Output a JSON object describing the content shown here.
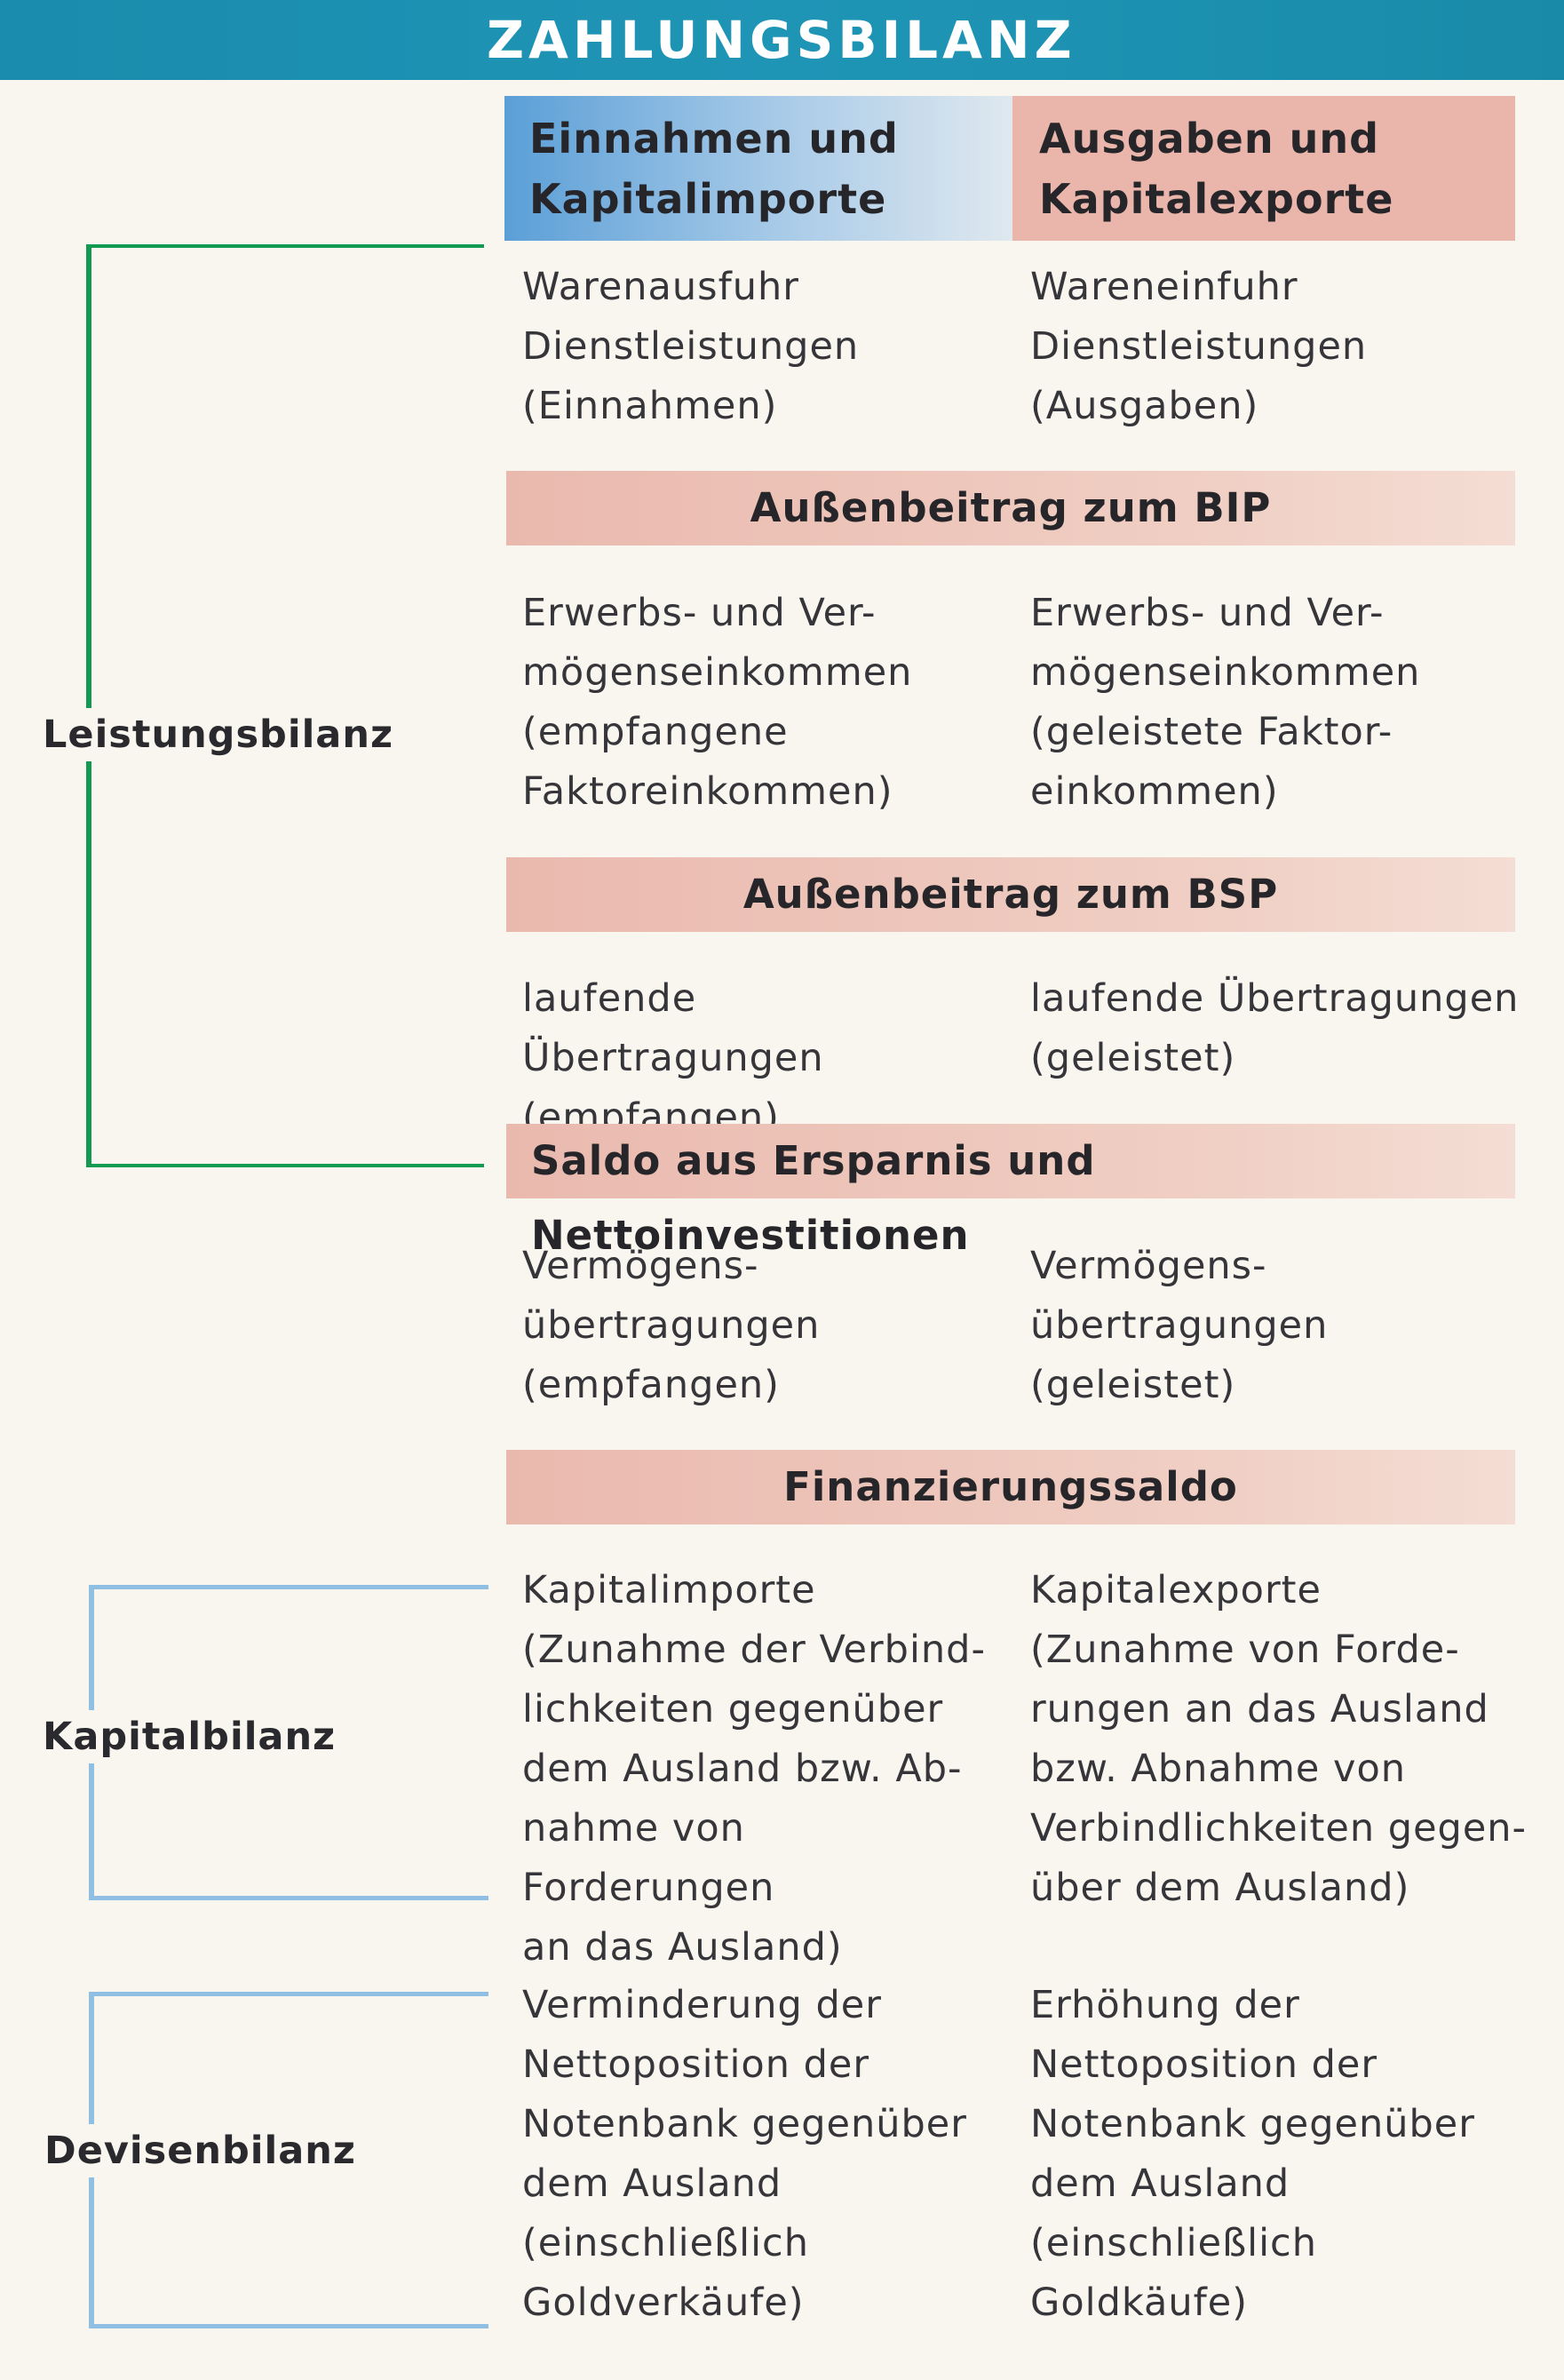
{
  "title": "ZAHLUNGSBILANZ",
  "columns": {
    "income": "Einnahmen und\nKapitalimporte",
    "expense": "Ausgaben und\nKapitalexporte"
  },
  "rows": {
    "r1": {
      "left": "Warenausfuhr\nDienstleistungen\n(Einnahmen)",
      "right": "Wareneinfuhr\nDienstleistungen\n(Ausgaben)"
    },
    "s1": "Außenbeitrag zum BIP",
    "r2": {
      "left": "Erwerbs- und Ver-\nmögenseinkommen\n(empfangene\nFaktoreinkommen)",
      "right": "Erwerbs- und Ver-\nmögenseinkommen\n(geleistete Faktor-\neinkommen)"
    },
    "s2": "Außenbeitrag zum BSP",
    "r3": {
      "left": "laufende Übertragungen\n(empfangen)",
      "right": "laufende Übertragungen\n(geleistet)"
    },
    "s3": "Saldo aus Ersparnis und Nettoinvestitionen",
    "r4": {
      "left": "Vermögens-\nübertragungen\n(empfangen)",
      "right": "Vermögens-\nübertragungen\n(geleistet)"
    },
    "s4": "Finanzierungssaldo",
    "r5": {
      "left": "Kapitalimporte\n(Zunahme der Verbind-\nlichkeiten gegenüber\ndem Ausland bzw. Ab-\nnahme von Forderungen\nan das Ausland)",
      "right": "Kapitalexporte\n(Zunahme von Forde-\nrungen an das Ausland\nbzw. Abnahme von\nVerbindlichkeiten gegen-\nüber dem Ausland)"
    },
    "r6": {
      "left": "Verminderung der\nNettoposition der\nNotenbank gegenüber\ndem Ausland\n(einschließlich\nGoldverkäufe)",
      "right": "Erhöhung der\nNettoposition der\nNotenbank gegenüber\ndem Ausland\n(einschließlich\nGoldkäufe)"
    }
  },
  "groups": {
    "leistungsbilanz": "Leistungsbilanz",
    "kapitalbilanz": "Kapitalbilanz",
    "devisenbilanz": "Devisenbilanz"
  },
  "colors": {
    "title_bar": "#1a8cad",
    "income_header": "#5b9fd7",
    "expense_header": "#eab5aa",
    "balance_band": "#eab9ae",
    "leistungsbilanz_bracket": "#139a52",
    "kapital_devisen_bracket": "#8fc0e4"
  }
}
